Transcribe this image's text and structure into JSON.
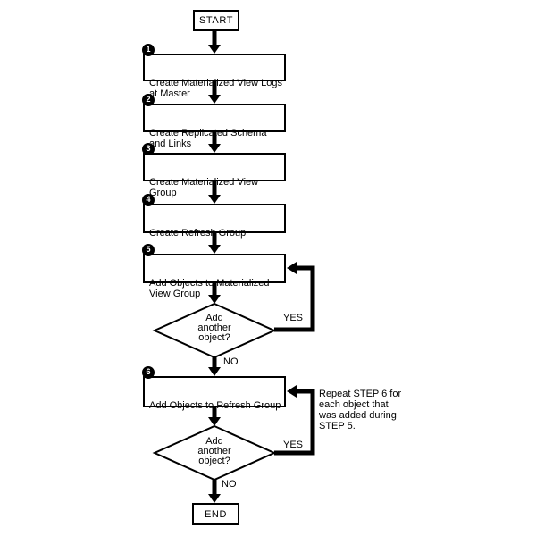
{
  "nodes": {
    "start": "START",
    "end": "END",
    "steps": [
      {
        "num": "1",
        "label": "Create Materialized View Logs\nat Master"
      },
      {
        "num": "2",
        "label": "Create Replicated Schema\nand Links"
      },
      {
        "num": "3",
        "label": "Create Materialized View Group"
      },
      {
        "num": "4",
        "label": "Create Refresh Group"
      },
      {
        "num": "5",
        "label": "Add Objects to Materialized\nView Group"
      },
      {
        "num": "6",
        "label": "Add Objects to Refresh Group"
      }
    ],
    "decision1": "Add\nanother\nobject?",
    "decision2": "Add\nanother\nobject?"
  },
  "labels": {
    "decision1_yes": "YES",
    "decision1_no": "NO",
    "decision2_yes": "YES",
    "decision2_no": "NO",
    "annotation": "Repeat STEP 6 for\neach object that\nwas added during\nSTEP 5."
  },
  "colors": {
    "line": "#000000",
    "background": "#ffffff",
    "badge_bg": "#000000",
    "badge_fg": "#ffffff"
  }
}
